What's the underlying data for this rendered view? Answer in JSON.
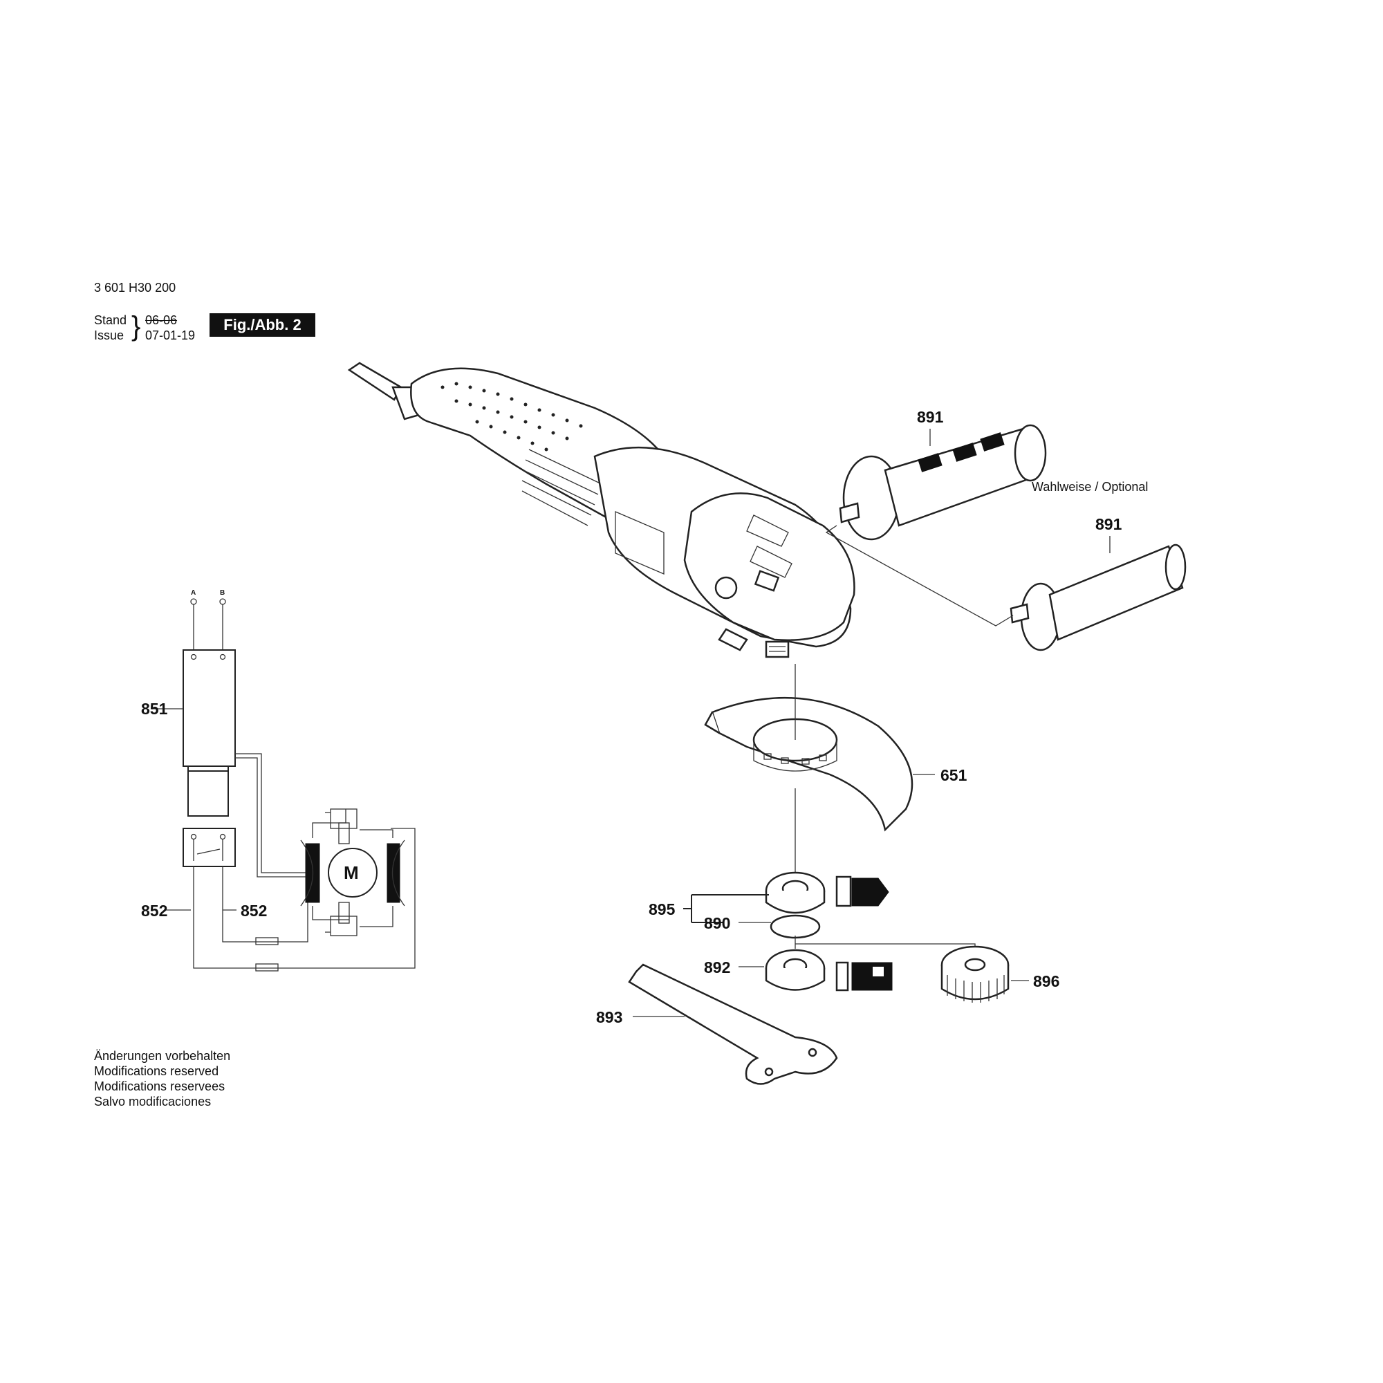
{
  "header": {
    "document_number": "3 601 H30 200",
    "stand_label": "Stand",
    "issue_label": "Issue",
    "stand_value": "06-06",
    "issue_value": "07-01-19",
    "figure_label": "Fig./Abb. 2"
  },
  "callouts": {
    "c891_top": "891",
    "c891_bottom": "891",
    "c651": "651",
    "c895": "895",
    "c890": "890",
    "c892": "892",
    "c896": "896",
    "c893": "893",
    "c851": "851",
    "c852_left": "852",
    "c852_right": "852"
  },
  "optional_label": "Wahlweise / Optional",
  "wiring": {
    "terminal_a": "A",
    "terminal_b": "B",
    "motor_label": "M"
  },
  "footer": {
    "line1": "Änderungen vorbehalten",
    "line2": "Modifications reserved",
    "line3": "Modifications reservees",
    "line4": "Salvo modificaciones"
  },
  "colors": {
    "ink": "#111111",
    "background": "#ffffff",
    "figure_badge": "#111111"
  }
}
